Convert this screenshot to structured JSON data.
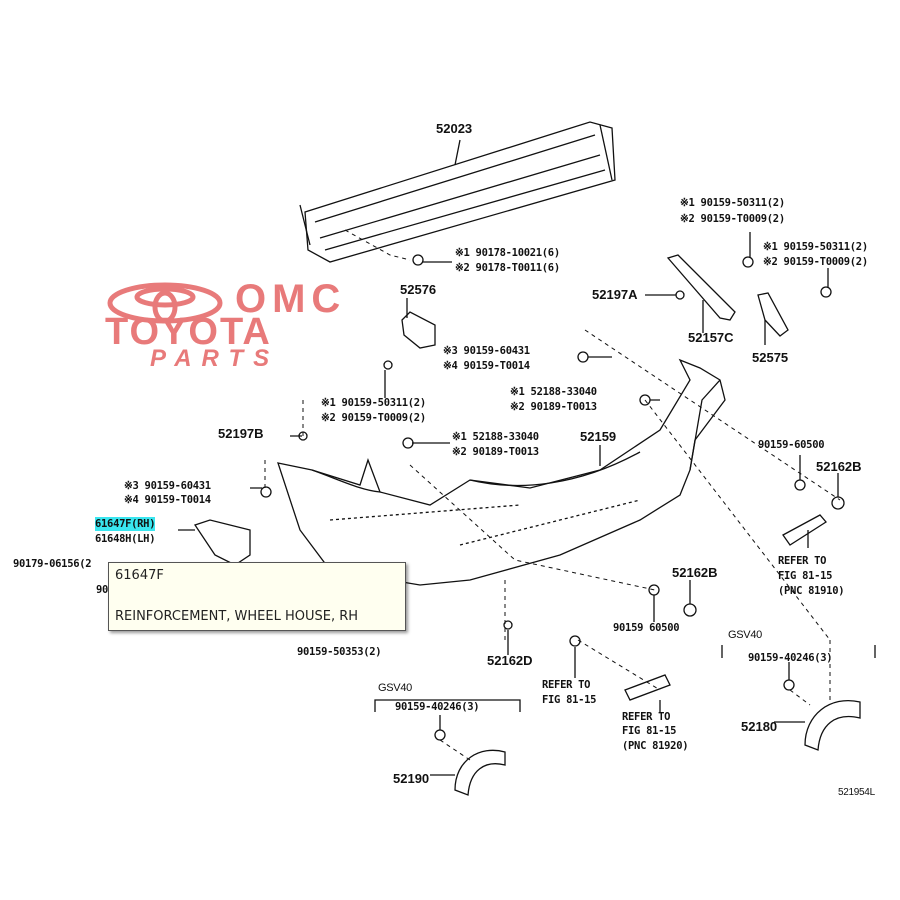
{
  "logo": {
    "line1": "OMC",
    "line2": "TOYOTA",
    "line3": "PARTS",
    "color": "#e87a7a"
  },
  "labels": {
    "p52023": "52023",
    "bolt_top_1": "※1 90178-10021(6)",
    "bolt_top_2": "※2 90178-T0011(6)",
    "p52576": "52576",
    "clip_a_3": "※3 90159-60431",
    "clip_a_4": "※4 90159-T0014",
    "screw_l_1": "※1 90159-50311(2)",
    "screw_l_2": "※2 90159-T0009(2)",
    "ret_a_1": "※1 52188-33040",
    "ret_a_2": "※2 90189-T0013",
    "ret_b_1": "※1 52188-33040",
    "ret_b_2": "※2 90189-T0013",
    "p52159": "52159",
    "p52197b": "52197B",
    "clip_b_3": "※3 90159-60431",
    "clip_b_4": "※4 90159-T0014",
    "p61647f": "61647F(RH)",
    "p61648h": "61648H(LH)",
    "p90179": "90179-06156(2",
    "p90_partial": "90",
    "p90159_50353": "90159-50353(2)",
    "p52162d": "52162D",
    "gsv40_left": "GSV40",
    "clip_left_wh": "90159-40246(3)",
    "p52190": "52190",
    "refer_a_1": "REFER TO",
    "refer_a_2": "FIG 81-15",
    "refer_b_1": "REFER TO",
    "refer_b_2": "FIG 81-15",
    "refer_b_3": "(PNC 81920)",
    "nut_low": "90159 60500",
    "p52162b_low": "52162B",
    "nut_right": "90159-60500",
    "p52162b_right": "52162B",
    "refer_c_1": "REFER TO",
    "refer_c_2": "FIG 81-15",
    "refer_c_3": "(PNC 81910)",
    "gsv40_right": "GSV40",
    "clip_right_wh": "90159-40246(3)",
    "p52180": "52180",
    "fig_code": "521954L",
    "screw_tr1_1": "※1 90159-50311(2)",
    "screw_tr1_2": "※2 90159-T0009(2)",
    "screw_tr2_1": "※1 90159-50311(2)",
    "screw_tr2_2": "※2 90159-T0009(2)",
    "p52197a": "52197A",
    "p52157c": "52157C",
    "p52575": "52575"
  },
  "highlight_color": "#39e6f0",
  "tooltip": {
    "code": "61647F",
    "description": "REINFORCEMENT, WHEEL HOUSE, RH"
  }
}
